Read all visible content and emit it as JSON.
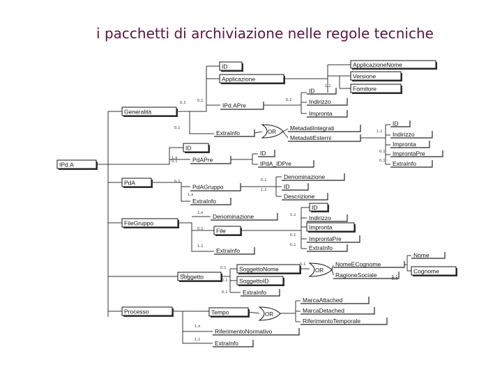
{
  "title": "i pacchetti di archiviazione nelle regole tecniche",
  "nodes": [
    {
      "id": "ipda_root",
      "label": "IPd.A"
    },
    {
      "id": "id_top",
      "label": "ID"
    },
    {
      "id": "applicazione",
      "label": "Applicazione"
    },
    {
      "id": "app_nome",
      "label": "ApplicazioneNome"
    },
    {
      "id": "versione",
      "label": "Versione"
    },
    {
      "id": "fornitore",
      "label": "Fornitore"
    },
    {
      "id": "generalita",
      "label": "Generalità"
    },
    {
      "id": "ipdapre",
      "label": "IPd.APre"
    },
    {
      "id": "gen_id",
      "label": "ID"
    },
    {
      "id": "indirizzo1",
      "label": "Indirizzo"
    },
    {
      "id": "impronta1",
      "label": "Impronta"
    },
    {
      "id": "extrainfo1",
      "label": "ExtraInfo"
    },
    {
      "id": "or1",
      "label": "OR"
    },
    {
      "id": "metadati_int",
      "label": "MetadatiIntegrati"
    },
    {
      "id": "metadati_est",
      "label": "MetadatiEsterni"
    },
    {
      "id": "me_id",
      "label": "ID"
    },
    {
      "id": "me_indirizzo",
      "label": "Indirizzo"
    },
    {
      "id": "me_impronta",
      "label": "Impronta"
    },
    {
      "id": "me_improntapre",
      "label": "ImprontaPre"
    },
    {
      "id": "me_extrainfo",
      "label": "ExtraInfo"
    },
    {
      "id": "pda_id",
      "label": "ID"
    },
    {
      "id": "pdapre",
      "label": "PdAPre"
    },
    {
      "id": "pdapre_id",
      "label": "ID"
    },
    {
      "id": "ipda_idpre",
      "label": "IPdA_IDPre"
    },
    {
      "id": "pda",
      "label": "PdA"
    },
    {
      "id": "pdagruppo",
      "label": "PdAGruppo"
    },
    {
      "id": "denominazione1",
      "label": "Denominazione"
    },
    {
      "id": "grp_id",
      "label": "ID"
    },
    {
      "id": "descrizione",
      "label": "Descrizione"
    },
    {
      "id": "extrainfo2",
      "label": "ExtraInfo"
    },
    {
      "id": "filegruppo",
      "label": "FileGruppo"
    },
    {
      "id": "denominazione2",
      "label": "Denominazione"
    },
    {
      "id": "file",
      "label": "File"
    },
    {
      "id": "file_id",
      "label": "ID"
    },
    {
      "id": "file_indirizzo",
      "label": "Indirizzo"
    },
    {
      "id": "file_impronta",
      "label": "Impronta"
    },
    {
      "id": "file_improntapre",
      "label": "ImprontaPre"
    },
    {
      "id": "file_extrainfo",
      "label": "ExtraInfo"
    },
    {
      "id": "extrainfo3",
      "label": "ExtraInfo"
    },
    {
      "id": "soggetto",
      "label": "Soggetto"
    },
    {
      "id": "soggettonome",
      "label": "SoggettoNome"
    },
    {
      "id": "or2",
      "label": "OR"
    },
    {
      "id": "nomecognome",
      "label": "NomeECognome"
    },
    {
      "id": "nome",
      "label": "Nome"
    },
    {
      "id": "cognome",
      "label": "Cognome"
    },
    {
      "id": "ragionesociale",
      "label": "RagioneSociale"
    },
    {
      "id": "soggettoid",
      "label": "SoggettoID"
    },
    {
      "id": "extrainfo4",
      "label": "ExtraInfo"
    },
    {
      "id": "processo",
      "label": "Processo"
    },
    {
      "id": "tempo",
      "label": "Tempo"
    },
    {
      "id": "or3",
      "label": "OR"
    },
    {
      "id": "marcaattached",
      "label": "MarcaAttached"
    },
    {
      "id": "marcadetached",
      "label": "MarcaDetached"
    },
    {
      "id": "riftemporale",
      "label": "RiferimentoTemporale"
    },
    {
      "id": "rifnormativo",
      "label": "RiferimentoNormativo"
    },
    {
      "id": "extrainfo5",
      "label": "ExtraInfo"
    }
  ],
  "cardinalities": [
    "0..1",
    "0..1",
    "0..1",
    "1..1",
    "0..1",
    "1..1",
    "0..1",
    "0..1",
    "0..1",
    "1..n",
    "0..1",
    "0..1",
    "1..1",
    "1..n",
    "1..n",
    "0..1",
    "1..1",
    "1..1",
    "0..1",
    "0..1",
    "0..1",
    "0..1",
    "0..1",
    "1..n",
    "1..1",
    "0..1",
    "0..1",
    "0..1",
    "0..1"
  ]
}
